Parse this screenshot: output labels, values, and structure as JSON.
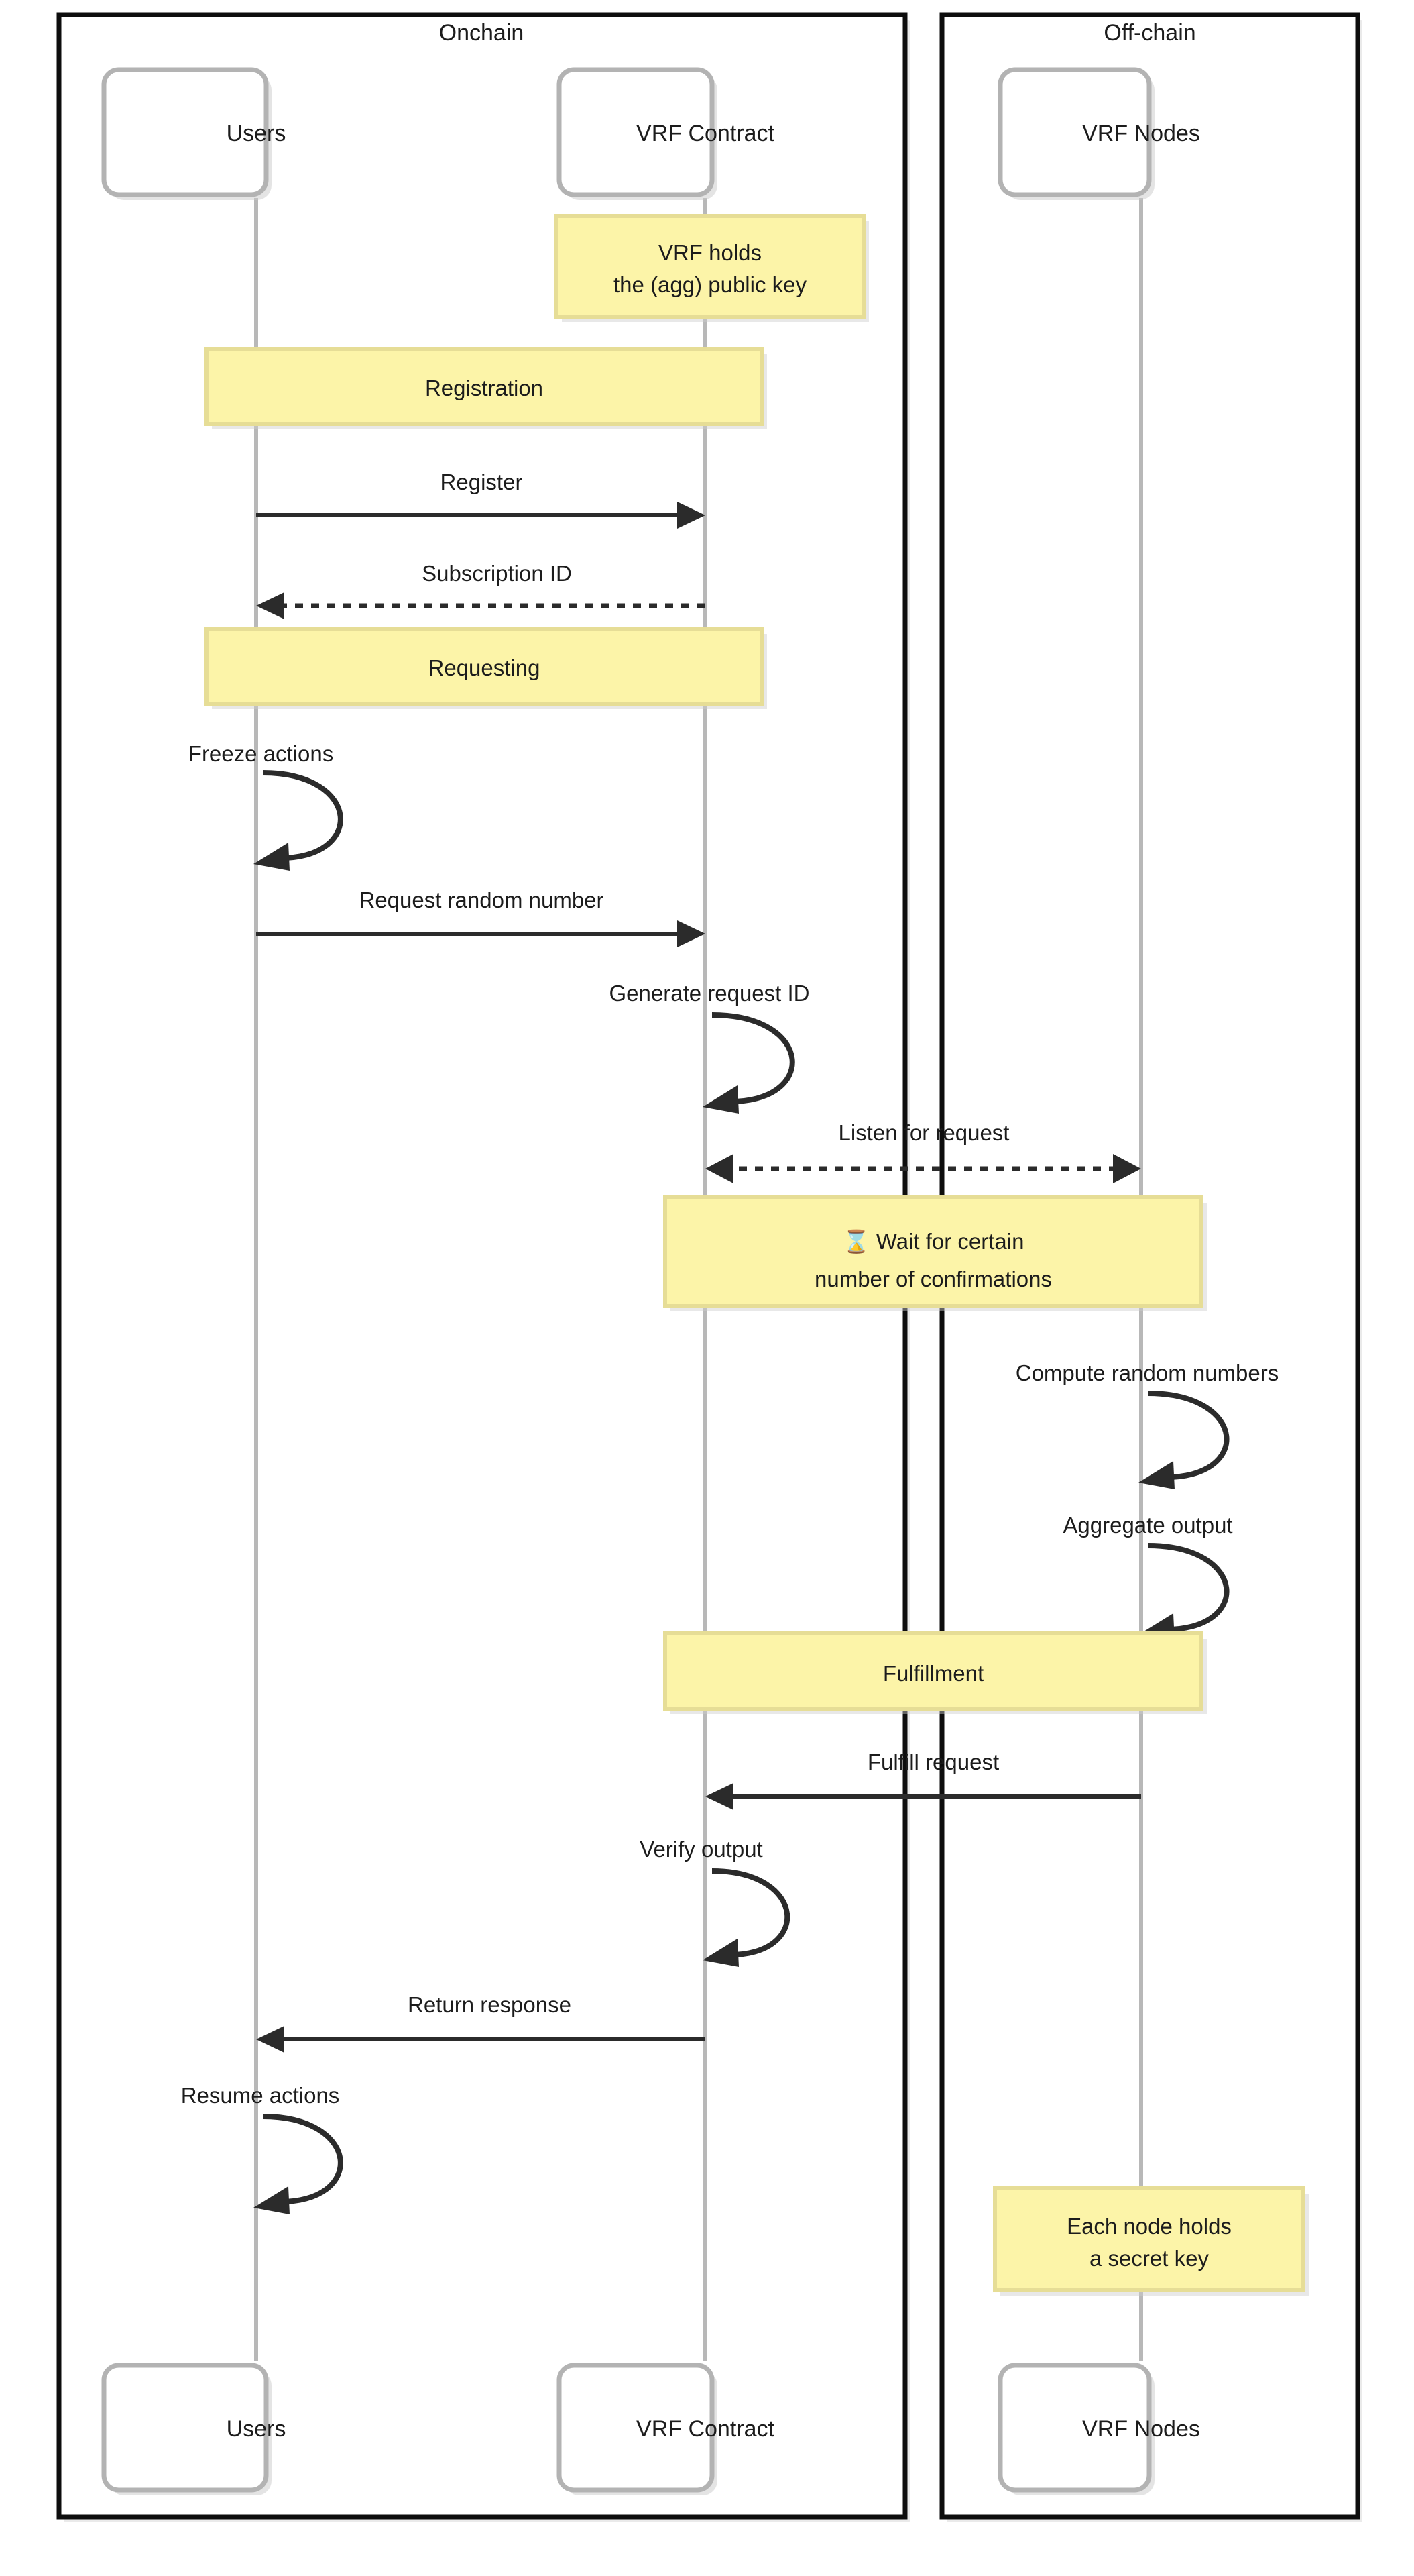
{
  "diagram": {
    "type": "sequence-diagram",
    "title_onchain": "Onchain",
    "title_offchain": "Off-chain",
    "accent_note_fill": "#fcf4a8",
    "accent_note_border": "#e6dd96",
    "lifeline_color": "#b8b8b8",
    "frame_border_color": "#0d0d0d",
    "actor_border_color": "#b3b3b3",
    "message_color": "#2b2b2b"
  },
  "frames": [
    {
      "id": "onchain",
      "label": "Onchain"
    },
    {
      "id": "offchain",
      "label": "Off-chain"
    }
  ],
  "actors": [
    {
      "id": "users",
      "label": "Users",
      "frame": "onchain"
    },
    {
      "id": "vrf_contract",
      "label": "VRF Contract",
      "frame": "onchain"
    },
    {
      "id": "vrf_nodes",
      "label": "VRF Nodes",
      "frame": "offchain"
    }
  ],
  "actors_bottom": [
    {
      "id": "users_b",
      "label": "Users"
    },
    {
      "id": "vrf_contract_b",
      "label": "VRF Contract"
    },
    {
      "id": "vrf_nodes_b",
      "label": "VRF Nodes"
    }
  ],
  "notes": [
    {
      "id": "note-vrf-public-key",
      "lines": [
        "VRF holds",
        "the (agg) public key"
      ],
      "attached_to": "vrf_contract"
    },
    {
      "id": "note-each-node-secret-key",
      "lines": [
        "Each node holds",
        "a secret key"
      ],
      "attached_to": "vrf_nodes"
    }
  ],
  "phase_bars": [
    {
      "id": "phase-registration",
      "label": "Registration"
    },
    {
      "id": "phase-requesting",
      "label": "Requesting"
    },
    {
      "id": "phase-wait-confirmations",
      "emoji": "⌛",
      "lines": [
        "⌛ Wait for certain",
        "number of confirmations"
      ],
      "label": "Wait for certain number of confirmations"
    },
    {
      "id": "phase-fulfillment",
      "label": "Fulfillment"
    }
  ],
  "messages": [
    {
      "id": "msg-register",
      "label": "Register",
      "from": "users",
      "to": "vrf_contract",
      "style": "solid",
      "direction": "right"
    },
    {
      "id": "msg-subscription-id",
      "label": "Subscription ID",
      "from": "vrf_contract",
      "to": "users",
      "style": "dotted",
      "direction": "left"
    },
    {
      "id": "msg-freeze-actions",
      "label": "Freeze actions",
      "from": "users",
      "to": "users",
      "style": "self-loop"
    },
    {
      "id": "msg-request-random-number",
      "label": "Request random number",
      "from": "users",
      "to": "vrf_contract",
      "style": "solid",
      "direction": "right"
    },
    {
      "id": "msg-generate-request-id",
      "label": "Generate request ID",
      "from": "vrf_contract",
      "to": "vrf_contract",
      "style": "self-loop"
    },
    {
      "id": "msg-listen-for-request",
      "label": "Listen for request",
      "from": "vrf_contract",
      "to": "vrf_nodes",
      "style": "dotted",
      "direction": "both"
    },
    {
      "id": "msg-compute-random-numbers",
      "label": "Compute random numbers",
      "from": "vrf_nodes",
      "to": "vrf_nodes",
      "style": "self-loop"
    },
    {
      "id": "msg-aggregate-output",
      "label": "Aggregate output",
      "from": "vrf_nodes",
      "to": "vrf_nodes",
      "style": "self-loop"
    },
    {
      "id": "msg-fulfill-request",
      "label": "Fulfill request",
      "from": "vrf_nodes",
      "to": "vrf_contract",
      "style": "solid",
      "direction": "left"
    },
    {
      "id": "msg-verify-output",
      "label": "Verify output",
      "from": "vrf_contract",
      "to": "vrf_contract",
      "style": "self-loop"
    },
    {
      "id": "msg-return-response",
      "label": "Return response",
      "from": "vrf_contract",
      "to": "users",
      "style": "solid",
      "direction": "left"
    },
    {
      "id": "msg-resume-actions",
      "label": "Resume actions",
      "from": "users",
      "to": "users",
      "style": "self-loop"
    }
  ]
}
